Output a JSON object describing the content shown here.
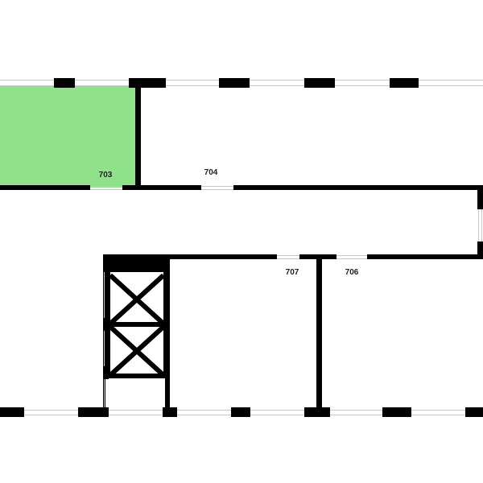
{
  "floorplan": {
    "rooms": [
      {
        "id": "703",
        "label": "703",
        "highlighted": true
      },
      {
        "id": "704",
        "label": "704",
        "highlighted": false
      },
      {
        "id": "706",
        "label": "706",
        "highlighted": false
      },
      {
        "id": "707",
        "label": "707",
        "highlighted": false
      }
    ],
    "colors": {
      "wall": "#000000",
      "highlight": "#90e28a",
      "window_frame": "#c8c8c8",
      "background": "#ffffff"
    }
  }
}
